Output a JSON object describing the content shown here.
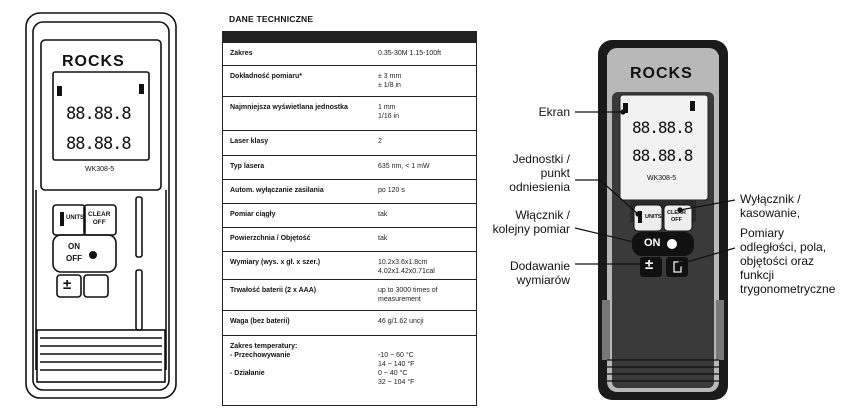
{
  "spec": {
    "title": "DANE TECHNICZNE",
    "rows": [
      {
        "k": "Zakres",
        "v": "0.35-30M 1.15-100ft"
      },
      {
        "k": "Dokładność pomiaru*",
        "v": "± 3 mm\n± 1/8 in"
      },
      {
        "k": "Najmniejsza wyświetlana jednostka",
        "v": "1 mm\n1/16 in"
      },
      {
        "k": "Laser klasy",
        "v": "2"
      },
      {
        "k": "Typ lasera",
        "v": "635 nm, < 1 mW"
      },
      {
        "k": "Autom. wyłączanie zasilania",
        "v": "po 120 s"
      },
      {
        "k": "Pomiar ciągły",
        "v": "tak"
      },
      {
        "k": "Powierzchnia / Objętość",
        "v": "tak"
      },
      {
        "k": "Wymiary (wys. x gł. x szer.)",
        "v": "10.2x3.6x1.8cm\n4.02x1.42x0.71cal"
      },
      {
        "k": "Trwałość baterii (2 x AAA)",
        "v": "up to 3000 times of\nmeasurement"
      },
      {
        "k": "Waga (bez baterii)",
        "v": "46 g/1.62 uncji"
      },
      {
        "k": "Zakres temperatury:\n- Przechowywanie\n\n- Działanie",
        "v": "\n-10 ~ 60 °C\n14 ~ 140 °F\n0 ~ 40 °C\n32 ~ 104 °F"
      }
    ]
  },
  "device_left": {
    "brand": "ROCKS",
    "model": "WK308-5",
    "digits1": "88.88.8",
    "digits2": "88.88.8",
    "btn_units": "UNITS",
    "btn_clear": "CLEAR\nOFF",
    "btn_on": "ON",
    "btn_off": "OFF",
    "btn_plusminus": "±"
  },
  "device_right": {
    "brand": "ROCKS",
    "model": "WK308-5",
    "digits1": "88.88.8",
    "digits2": "88.88.8",
    "btn_units": "UNITS",
    "btn_clear": "CLEAR\nOFF",
    "btn_on": "ON",
    "btn_plusminus": "±"
  },
  "callouts": {
    "ekran": "Ekran",
    "jednostki": "Jednostki /\npunkt\nodniesienia",
    "wlacznik": "Włącznik /\nkolejny pomiar",
    "dodawanie": "Dodawanie\nwymiarów",
    "wylacznik": "Wyłącznik /\nkasowanie,",
    "pomiary": "Pomiary\nodległości, pola,\nobjętości oraz\nfunkcji\ntrygonometryczne"
  },
  "colors": {
    "accent_dark": "#1a1a1a",
    "body_grey": "#b8b8b8",
    "screen": "#f2f2f2"
  }
}
